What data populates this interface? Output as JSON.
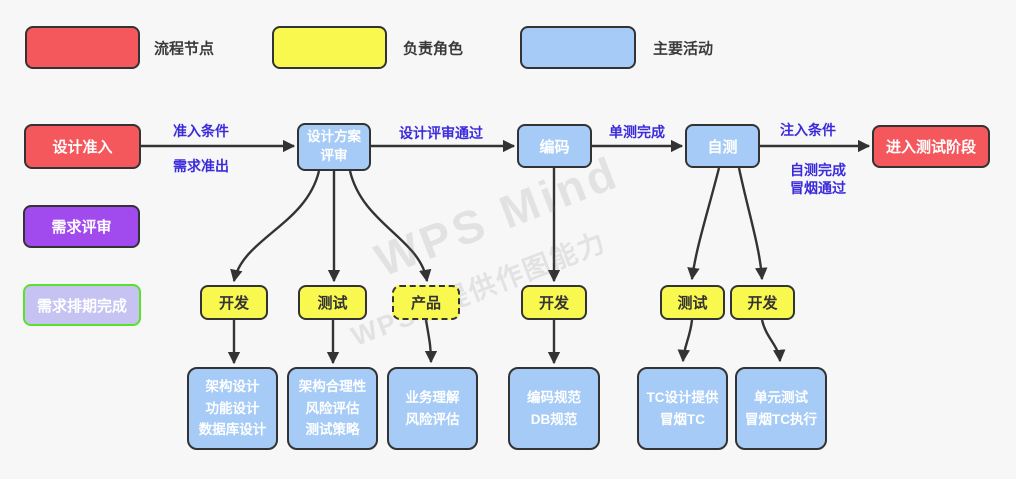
{
  "legend": {
    "items": [
      {
        "name": "process-node",
        "label": "流程节点",
        "color": "#F4575C"
      },
      {
        "name": "role",
        "label": "负责角色",
        "color": "#F8F84F"
      },
      {
        "name": "activity",
        "label": "主要活动",
        "color": "#A5CBF6"
      }
    ]
  },
  "nodes": {
    "design_entry": "设计准入",
    "design_review": "设计方案\n评审",
    "coding": "编码",
    "self_test": "自测",
    "enter_test_phase": "进入测试阶段",
    "requirement_review": "需求评审",
    "requirement_schedule_done": "需求排期完成"
  },
  "roles": {
    "dev_design": "开发",
    "test_design": "测试",
    "product_design": "产品",
    "dev_coding": "开发",
    "test_selftest": "测试",
    "dev_selftest": "开发"
  },
  "activities": {
    "architecture_design": "架构设计\n功能设计\n数据库设计",
    "architecture_rationality": "架构合理性\n风险评估\n测试策略",
    "business_understanding": "业务理解\n风险评估",
    "coding_spec": "编码规范\nDB规范",
    "tc_design": "TC设计提供\n冒烟TC",
    "unit_test": "单元测试\n冒烟TC执行"
  },
  "edge_labels": {
    "entry_condition": "准入条件",
    "requirement_exit": "需求准出",
    "design_review_passed": "设计评审通过",
    "unit_test_done": "单测完成",
    "injection_condition": "注入条件",
    "selftest_done_smoke_passed": "自测完成\n冒烟通过"
  },
  "watermark": {
    "line1": "WPS Mind",
    "line2": "WPS仅提供作图能力"
  },
  "colors": {
    "process_node_fill": "#F4575C",
    "role_fill": "#F8F84F",
    "activity_fill": "#A5CBF6",
    "requirement_review_fill": "#A14BEF",
    "schedule_done_fill": "#C6C2F1",
    "schedule_done_border": "#5BE02B",
    "edge_label_text": "#3B2BDB",
    "connector_stroke": "#333333",
    "canvas_background": "#F7F7F8"
  }
}
